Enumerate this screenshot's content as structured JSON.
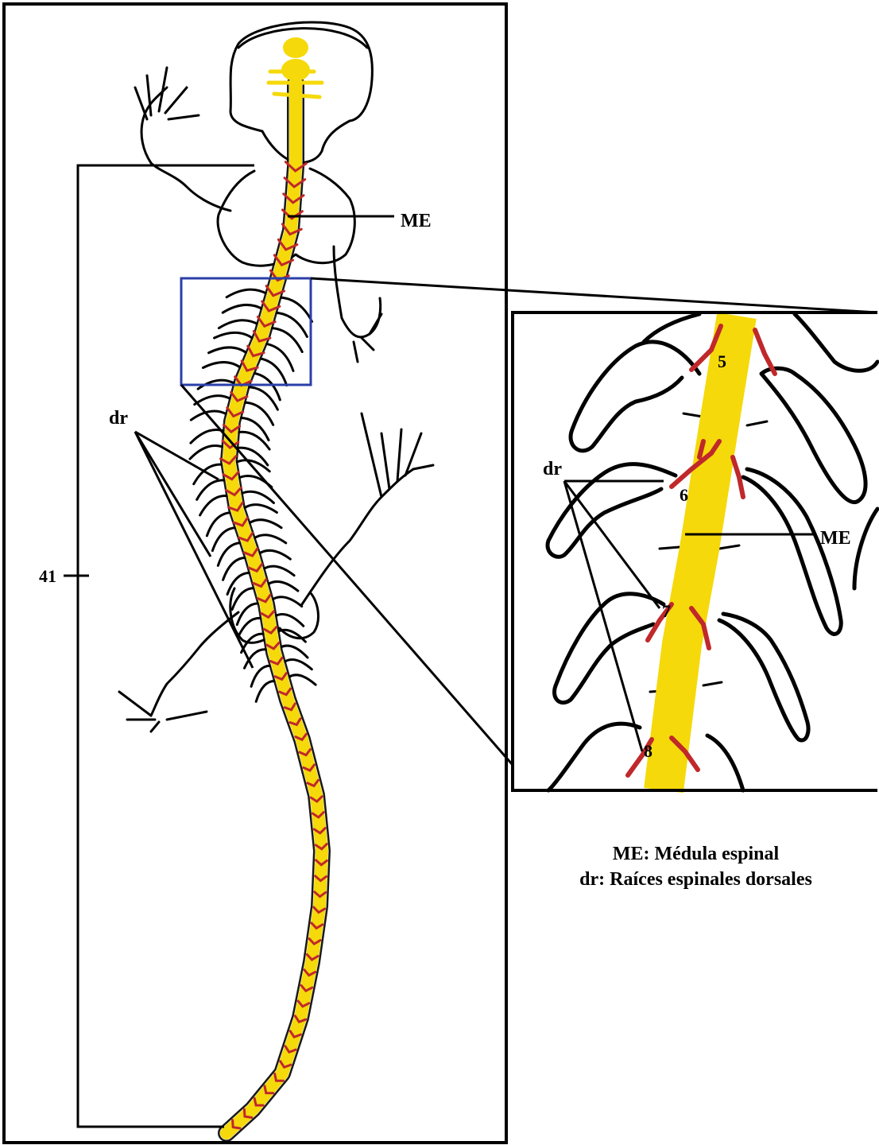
{
  "labels": {
    "me_main": "ME",
    "dr_main": "dr",
    "length_marker": "41",
    "dr_inset": "dr",
    "me_inset": "ME",
    "vertebra_numbers": [
      "5",
      "6",
      "7",
      "8"
    ]
  },
  "legend": {
    "line1": "ME: Médula espinal",
    "line2": "dr: Raíces espinales dorsales"
  },
  "colors": {
    "spinal_cord": "#f5d90a",
    "dorsal_roots": "#c0282a",
    "highlight_box": "#2b3fa8",
    "outline": "#000000",
    "background": "#ffffff"
  }
}
